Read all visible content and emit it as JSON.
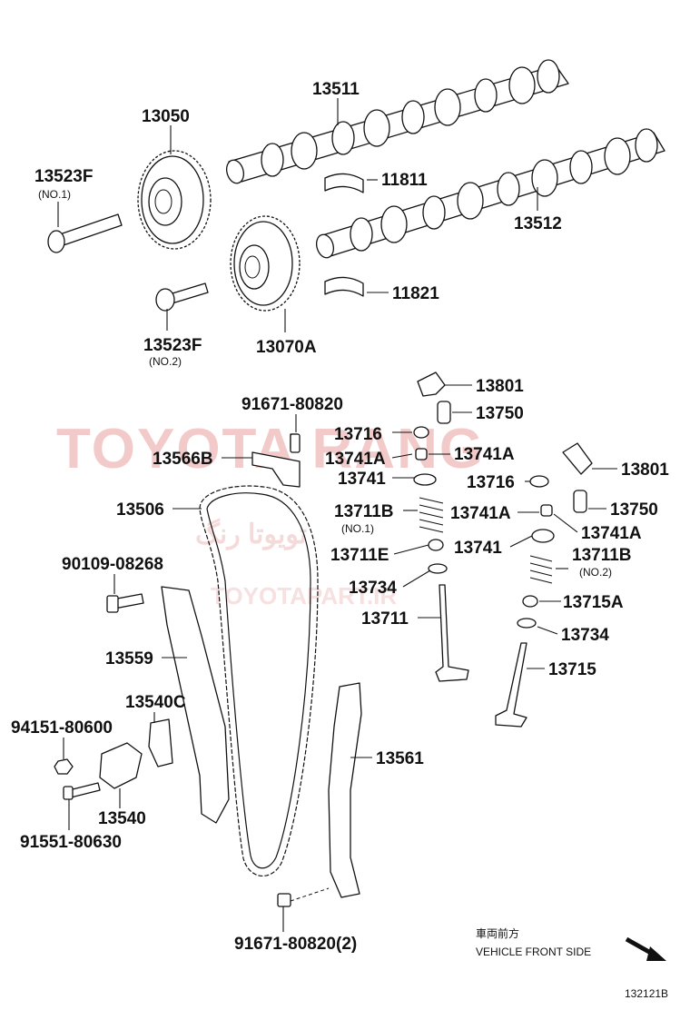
{
  "diagram": {
    "parts": [
      {
        "id": "13511",
        "label": "13511"
      },
      {
        "id": "13050",
        "label": "13050"
      },
      {
        "id": "13523F-1",
        "label": "13523F",
        "sub": "(NO.1)"
      },
      {
        "id": "11811",
        "label": "11811"
      },
      {
        "id": "13512",
        "label": "13512"
      },
      {
        "id": "11821",
        "label": "11821"
      },
      {
        "id": "13523F-2",
        "label": "13523F",
        "sub": "(NO.2)"
      },
      {
        "id": "13070A",
        "label": "13070A"
      },
      {
        "id": "91671-80820-top",
        "label": "91671-80820"
      },
      {
        "id": "13801-a",
        "label": "13801"
      },
      {
        "id": "13750-a",
        "label": "13750"
      },
      {
        "id": "13716-a",
        "label": "13716"
      },
      {
        "id": "13741A-a",
        "label": "13741A"
      },
      {
        "id": "13741A-b",
        "label": "13741A"
      },
      {
        "id": "13566B",
        "label": "13566B"
      },
      {
        "id": "13741-a",
        "label": "13741"
      },
      {
        "id": "13716-b",
        "label": "13716"
      },
      {
        "id": "13801-b",
        "label": "13801"
      },
      {
        "id": "13506",
        "label": "13506"
      },
      {
        "id": "13711B",
        "label": "13711B",
        "sub": "(NO.1)"
      },
      {
        "id": "13741A-c",
        "label": "13741A"
      },
      {
        "id": "13750-b",
        "label": "13750"
      },
      {
        "id": "13741A-d",
        "label": "13741A"
      },
      {
        "id": "13711E",
        "label": "13711E"
      },
      {
        "id": "13741-b",
        "label": "13741"
      },
      {
        "id": "13711B-2",
        "label": "13711B",
        "sub": "(NO.2)"
      },
      {
        "id": "90109-08268",
        "label": "90109-08268"
      },
      {
        "id": "13734-a",
        "label": "13734"
      },
      {
        "id": "13715A",
        "label": "13715A"
      },
      {
        "id": "13711",
        "label": "13711"
      },
      {
        "id": "13734-b",
        "label": "13734"
      },
      {
        "id": "13559",
        "label": "13559"
      },
      {
        "id": "13715",
        "label": "13715"
      },
      {
        "id": "13540C",
        "label": "13540C"
      },
      {
        "id": "94151-80600",
        "label": "94151-80600"
      },
      {
        "id": "13561",
        "label": "13561"
      },
      {
        "id": "13540",
        "label": "13540"
      },
      {
        "id": "91551-80630",
        "label": "91551-80630"
      },
      {
        "id": "91671-80820-bottom",
        "label": "91671-80820(2)"
      }
    ],
    "front_side": {
      "jp": "車両前方",
      "en": "VEHICLE FRONT SIDE"
    },
    "drawing_code": "132121B"
  },
  "watermark": {
    "brand": "TOYOTA RANG",
    "persian": "تویوتا رنگ",
    "url": "TOYOTAPART.IR",
    "color": "#e8a0a0"
  },
  "icons": {
    "front_arrow": "arrow-down-right-icon"
  }
}
